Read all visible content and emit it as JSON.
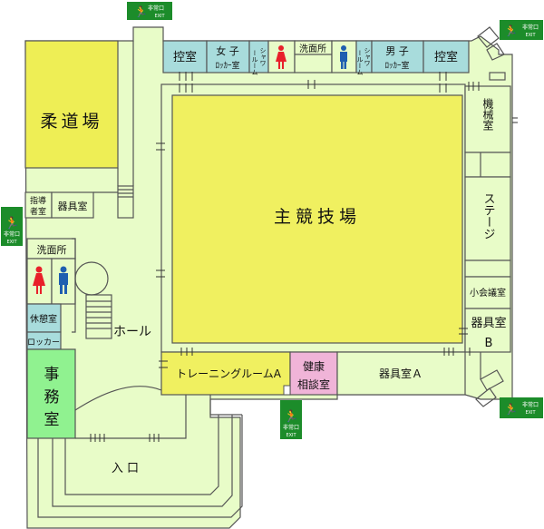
{
  "colors": {
    "floor": "#e8fcc8",
    "judo": "#eeee55",
    "arena": "#f0f060",
    "blue": "#a8dcdc",
    "pink": "#f0b4d8",
    "office": "#90f290",
    "exit": "#1c8c2a",
    "female": "#e8202a",
    "male": "#1f5fb0"
  },
  "rooms": {
    "judo": "柔道場",
    "instructor_1": "指導",
    "instructor_2": "者室",
    "equipment_left": "器具室",
    "waiting_left": "控室",
    "women_locker_1": "女 子",
    "women_locker_2": "ﾛｯｶｰ室",
    "shower_1": "シャワ",
    "shower_2": "ールーム",
    "washroom_top": "洗面所",
    "men_locker_1": "男 子",
    "men_locker_2": "ﾛｯｶｰ室",
    "waiting_right": "控室",
    "machine": "機械室",
    "stage": "ステージ",
    "small_meeting": "小会議室",
    "equipment_b_1": "器具室",
    "equipment_b_2": "B",
    "arena": "主競技場",
    "training_a": "トレーニングルームA",
    "health_1": "健康",
    "health_2": "相談室",
    "equipment_a": "器具室Ａ",
    "washroom_left": "洗面所",
    "rest": "休憩室",
    "locker": "ロッカー",
    "office_1": "事",
    "office_2": "務",
    "office_3": "室",
    "hall": "ホール",
    "entrance": "入 口"
  },
  "exit_sign": {
    "line1": "非常口",
    "line2": "EXIT"
  }
}
